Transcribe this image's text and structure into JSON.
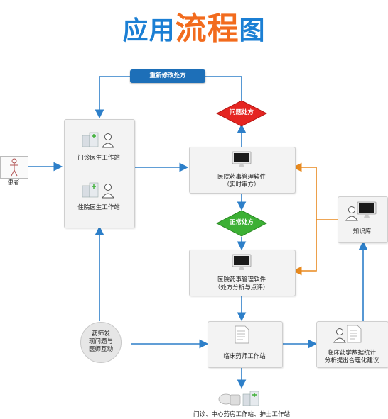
{
  "title": {
    "part1": "应用",
    "part2": "流程",
    "part3": "图"
  },
  "nodes": {
    "patient": "患者",
    "outpatient": "门诊医生工作站",
    "inpatient": "住院医生工作站",
    "software_rt_line1": "医院药事管理软件",
    "software_rt_line2": "（实时审方）",
    "software_an_line1": "医院药事管理软件",
    "software_an_line2": "（处方分析与点评）",
    "knowledge": "知识库",
    "pharmacist_ws": "临床药师工作站",
    "stats_line1": "临床药学数据统计",
    "stats_line2": "分析提出合理化建议",
    "pharmacist_circle_line1": "药师发",
    "pharmacist_circle_line2": "现问题与",
    "pharmacist_circle_line3": "医师互动",
    "bottom": "门诊、中心药房工作站、护士工作站"
  },
  "decisions": {
    "problem": "问题处方",
    "normal": "正常处方"
  },
  "banner": "重新修改处方",
  "colors": {
    "blue": "#1b7fd4",
    "orange": "#f26b1d",
    "line_blue": "#2d7fc9",
    "line_orange": "#e8891e",
    "diamond_red": "#e52521",
    "diamond_green": "#3cb034",
    "banner_bg": "#1d6fb8"
  }
}
